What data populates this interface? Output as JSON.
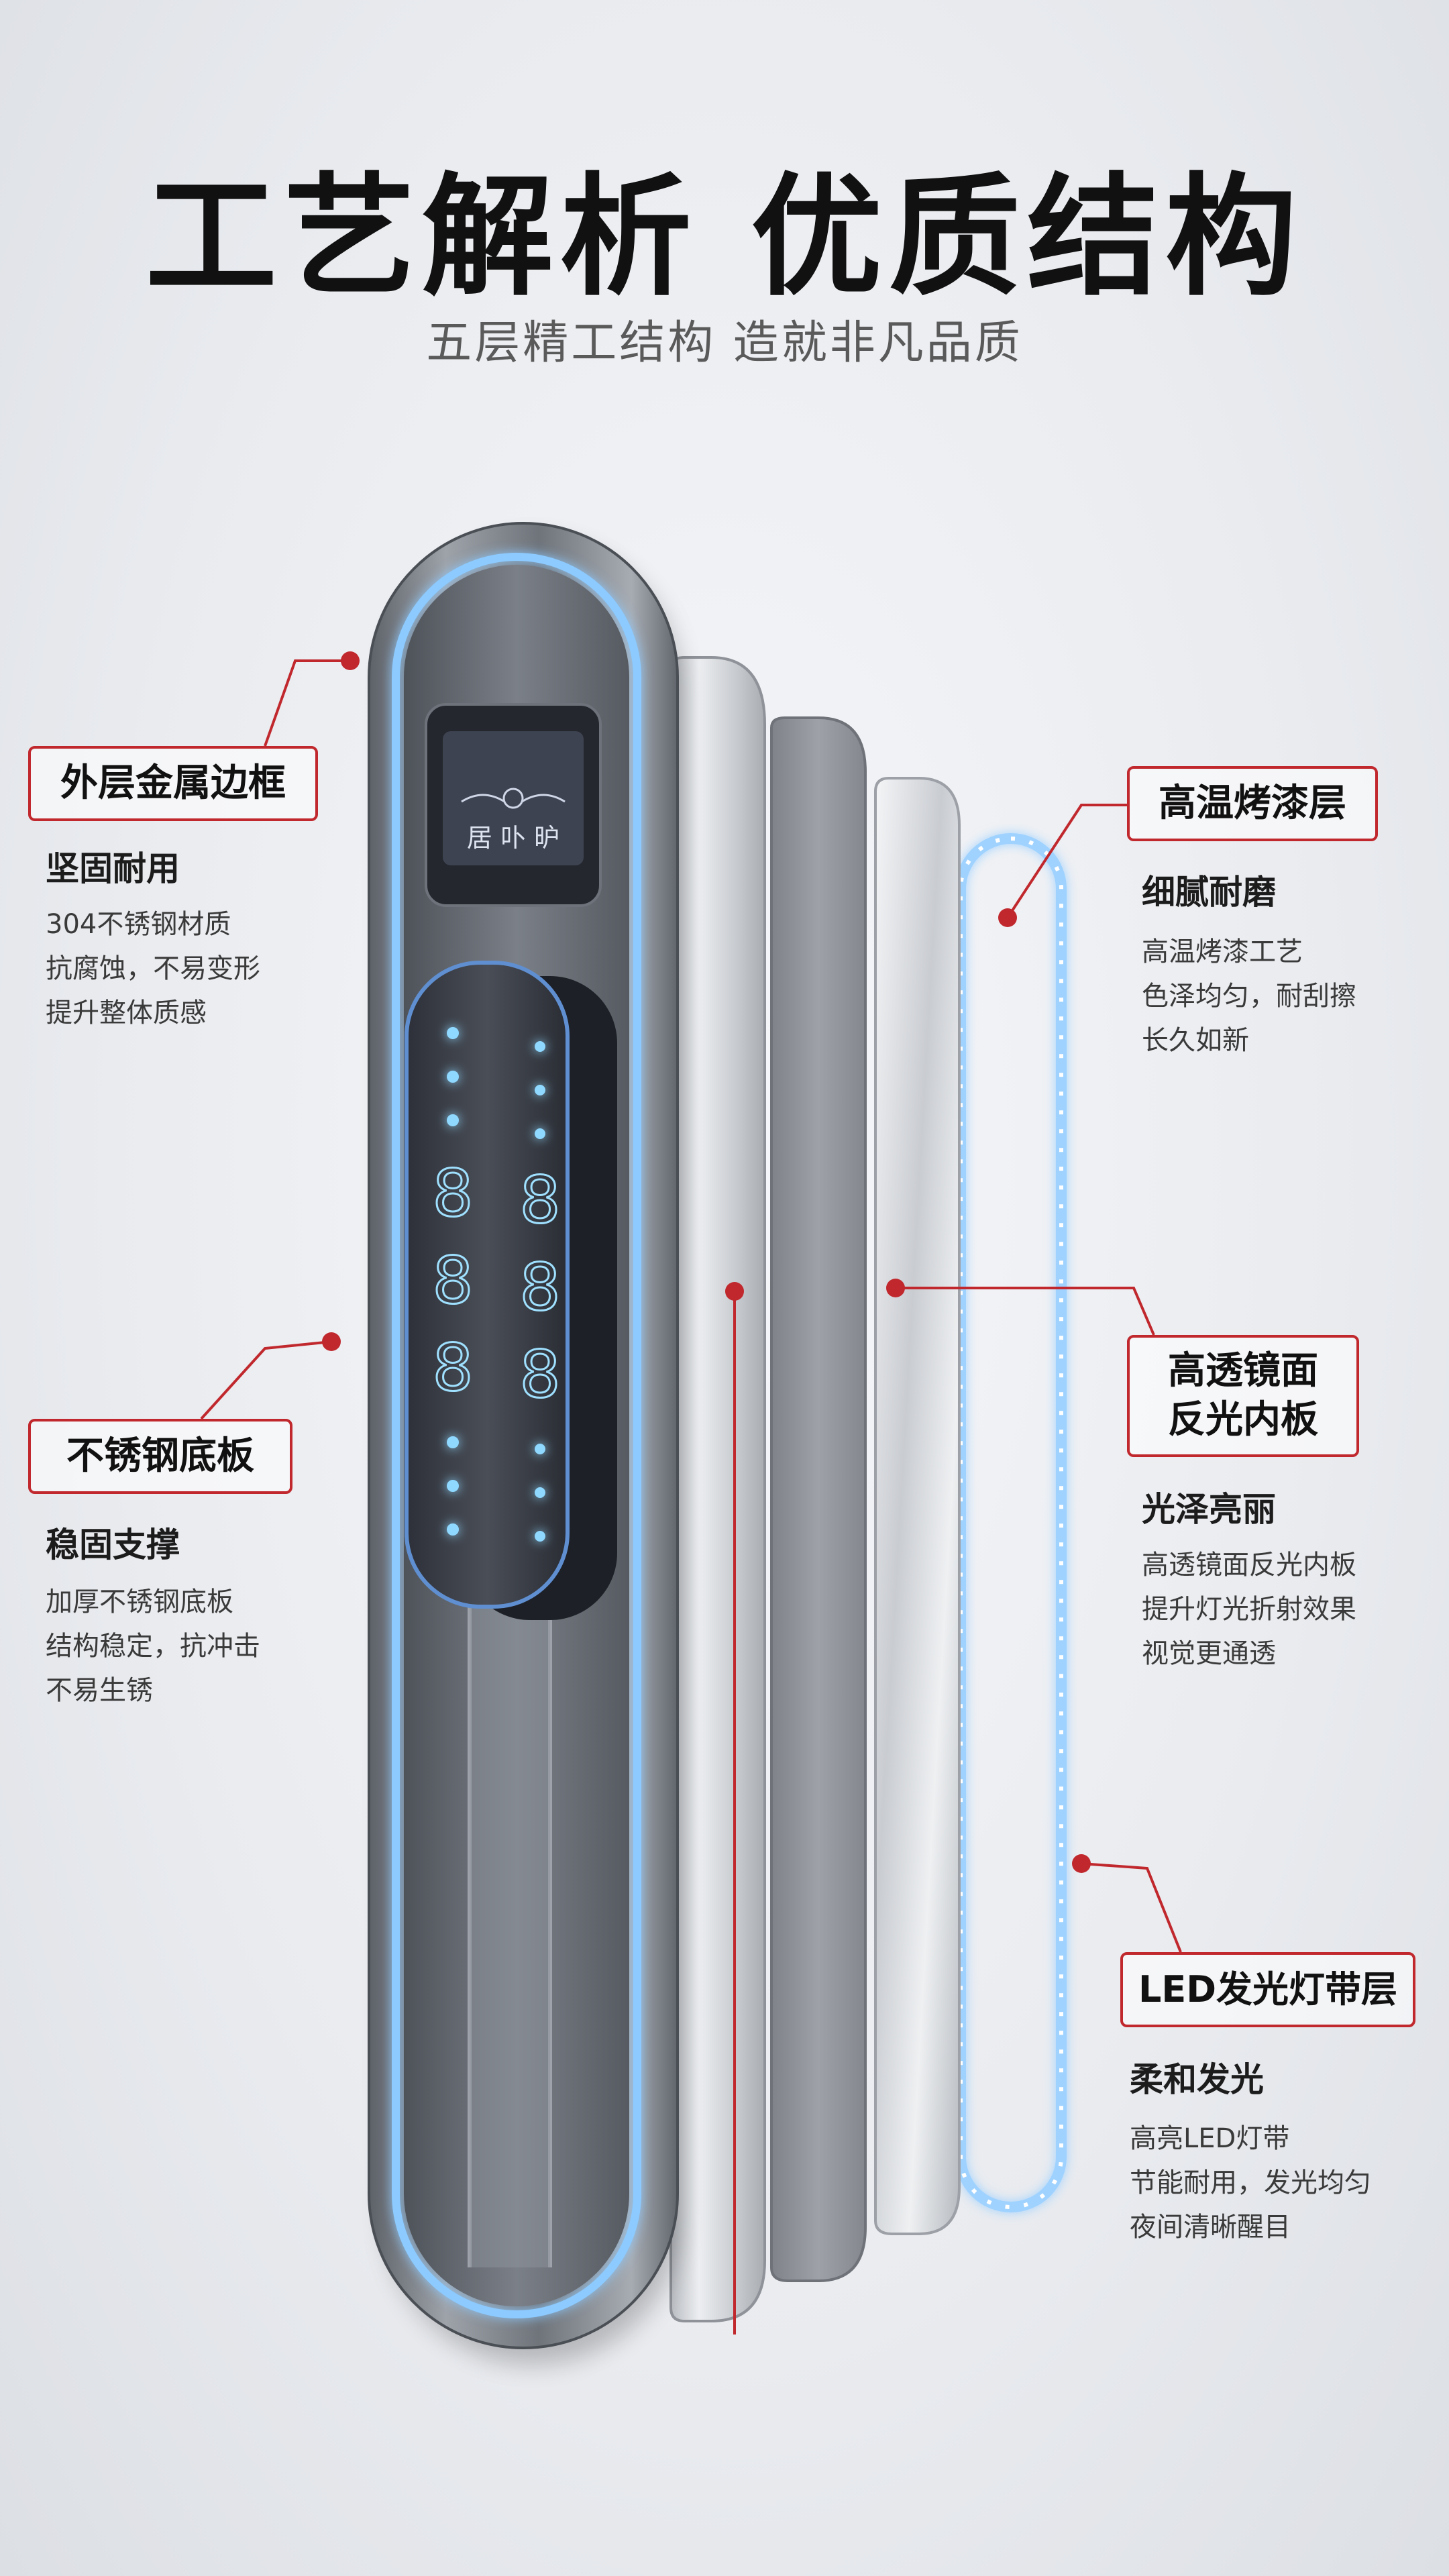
{
  "header": {
    "title": "工艺解析  优质结构",
    "subtitle": "五层精工结构 造就非凡品质"
  },
  "screen": {
    "brand": "居 卟 昈"
  },
  "keypad": {
    "digits": [
      "8",
      "8",
      "8",
      "8",
      "8",
      "8"
    ]
  },
  "callouts": [
    {
      "label": "外层金属边框",
      "heading": "坚固耐用",
      "lines": [
        "304不锈钢材质",
        "抗腐蚀，不易变形",
        "提升整体质感"
      ]
    },
    {
      "label": "不锈钢底板",
      "heading": "稳固支撑",
      "lines": [
        "加厚不锈钢底板",
        "结构稳定，抗冲击",
        "不易生锈"
      ]
    },
    {
      "label": "高温烤漆层",
      "heading": "细腻耐磨",
      "lines": [
        "高温烤漆工艺",
        "色泽均匀，耐刮擦",
        "长久如新"
      ]
    },
    {
      "label_line1": "高透镜面",
      "label_line2": "反光内板",
      "heading": "光泽亮丽",
      "lines": [
        "高透镜面反光内板",
        "提升灯光折射效果",
        "视觉更通透"
      ]
    },
    {
      "label": "LED发光灯带层",
      "heading": "柔和发光",
      "lines": [
        "高亮LED灯带",
        "节能耐用，发光均匀",
        "夜间清晰醒目"
      ]
    }
  ],
  "colors": {
    "accent_red": "#c0282d",
    "led_blue": "#7fc4ff",
    "metal": "#8a8f97"
  }
}
